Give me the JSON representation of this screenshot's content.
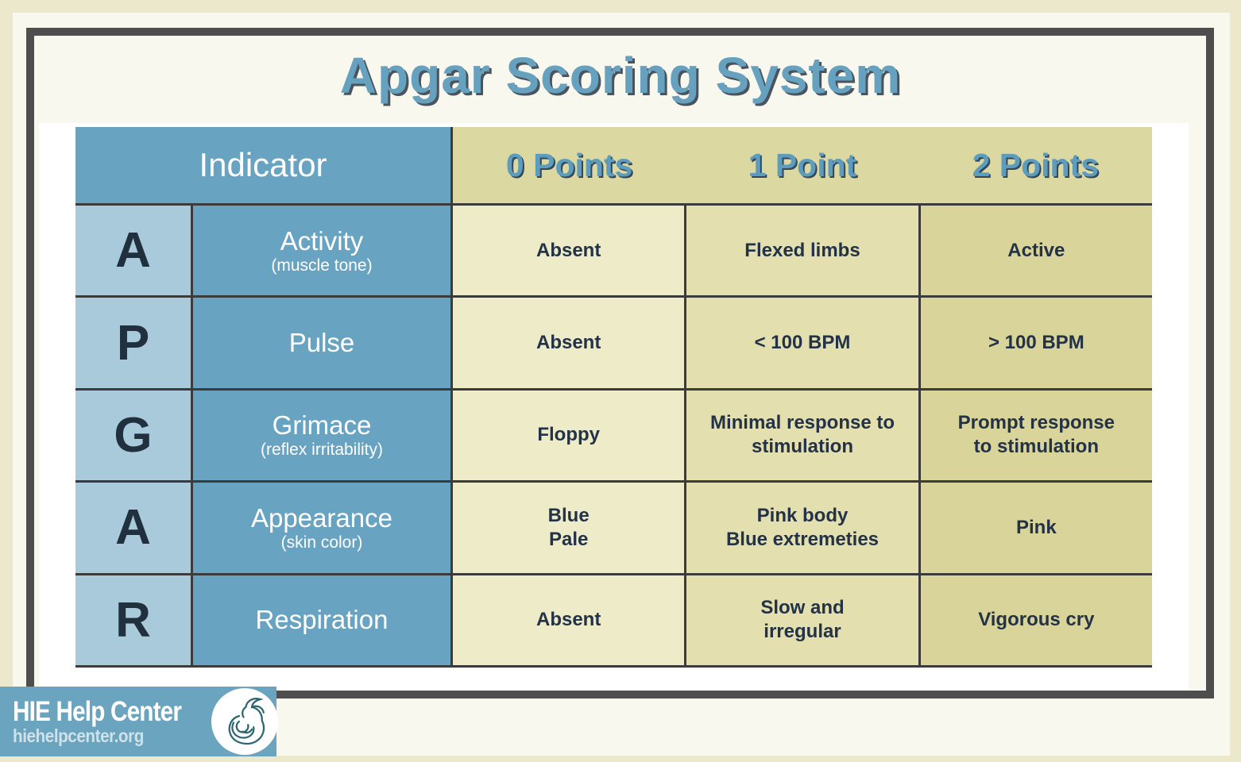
{
  "title": "Apgar Scoring System",
  "table": {
    "header": {
      "indicator": "Indicator",
      "points": [
        "0 Points",
        "1 Point",
        "2 Points"
      ]
    },
    "rows": [
      {
        "letter": "A",
        "label": "Activity",
        "sublabel": "(muscle tone)",
        "values": [
          "Absent",
          "Flexed limbs",
          "Active"
        ]
      },
      {
        "letter": "P",
        "label": "Pulse",
        "sublabel": "",
        "values": [
          "Absent",
          "< 100 BPM",
          "> 100 BPM"
        ]
      },
      {
        "letter": "G",
        "label": "Grimace",
        "sublabel": "(reflex irritability)",
        "values": [
          "Floppy",
          "Minimal response to\nstimulation",
          "Prompt response\nto stimulation"
        ]
      },
      {
        "letter": "A",
        "label": "Appearance",
        "sublabel": "(skin color)",
        "values": [
          "Blue\nPale",
          "Pink body\nBlue extremeties",
          "Pink"
        ]
      },
      {
        "letter": "R",
        "label": "Respiration",
        "sublabel": "",
        "values": [
          "Absent",
          "Slow and\nirregular",
          "Vigorous cry"
        ]
      }
    ]
  },
  "footer": {
    "brand": "HIE Help Center",
    "url": "hiehelpcenter.org",
    "logo_icon": "mother-and-baby-icon"
  },
  "colors": {
    "outer_background": "#ebe8cb",
    "inner_panel": "#f9f8ee",
    "frame": "#4e4e4e",
    "title_blue": "#66a2c0",
    "header_blue": "#68a3c2",
    "letter_column_blue": "#a8cada",
    "points_header_khaki": "#dcd8a2",
    "column_0_points": "#eeebc9",
    "column_1_point": "#e3dfae",
    "column_2_points": "#d9d499",
    "grid_line": "#3b3b3b",
    "dark_text": "#21303f",
    "banner_blue": "#6ba4bf",
    "logo_stroke": "#2d6670"
  },
  "chart_data": {
    "type": "table",
    "title": "Apgar Scoring System",
    "columns": [
      "Indicator",
      "0 Points",
      "1 Point",
      "2 Points"
    ],
    "rows": [
      [
        "A — Activity (muscle tone)",
        "Absent",
        "Flexed limbs",
        "Active"
      ],
      [
        "P — Pulse",
        "Absent",
        "< 100 BPM",
        "> 100 BPM"
      ],
      [
        "G — Grimace (reflex irritability)",
        "Floppy",
        "Minimal response to stimulation",
        "Prompt response to stimulation"
      ],
      [
        "A — Appearance (skin color)",
        "Blue / Pale",
        "Pink body / Blue extremeties",
        "Pink"
      ],
      [
        "R — Respiration",
        "Absent",
        "Slow and irregular",
        "Vigorous cry"
      ]
    ],
    "legend_position": "none",
    "grid": true
  }
}
